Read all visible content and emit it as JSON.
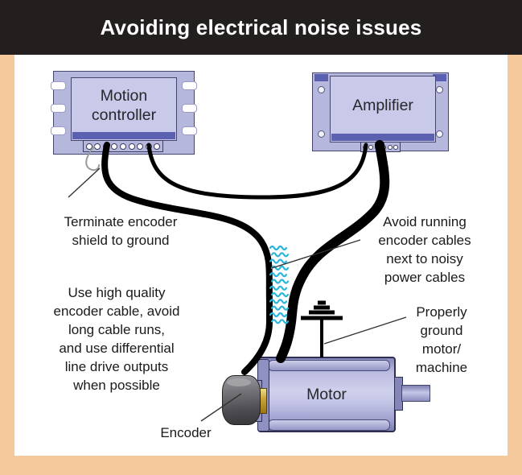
{
  "title": "Avoiding electrical noise issues",
  "components": {
    "motion_controller": {
      "label": "Motion\ncontroller",
      "terminal_count": 9
    },
    "amplifier": {
      "label": "Amplifier",
      "terminal_count": 6
    },
    "motor": {
      "label": "Motor"
    },
    "encoder": {
      "label": "Encoder"
    },
    "noise": {
      "wave_count": 12
    }
  },
  "annotations": {
    "terminate_shield": "Terminate encoder\nshield to ground",
    "cable_quality": "Use high quality\nencoder cable, avoid\nlong cable runs,\nand use differential\nline drive outputs\nwhen possible",
    "avoid_noisy": "Avoid running\nencoder cables\nnext to noisy\npower cables",
    "ground_motor": "Properly\nground\nmotor/\nmachine"
  },
  "icons": {
    "ground": "earth-ground-icon",
    "noise": "noise-waves-icon"
  },
  "colors": {
    "background": "#f5c99c",
    "title_bar": "#231f1f",
    "title_text": "#ffffff",
    "panel": "#ffffff",
    "device_plate": "#b6b7dc",
    "device_face": "#c9cae9",
    "device_accent": "#5b61b0",
    "cable": "#000000",
    "shield_wire": "#9a9a9a",
    "noise_waves": "#29b6d8",
    "text": "#1a1a1a"
  }
}
